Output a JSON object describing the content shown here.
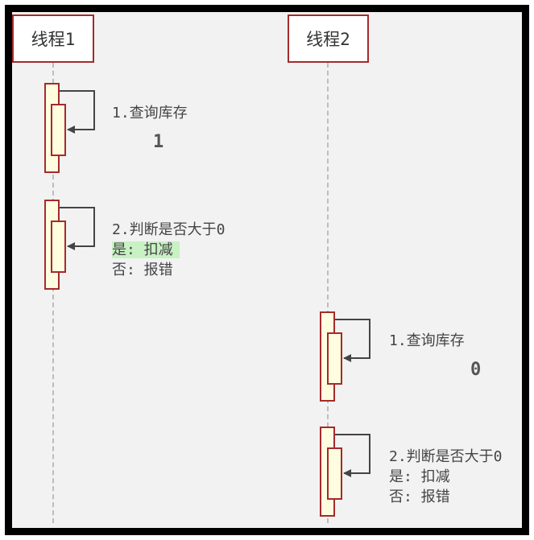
{
  "actors": [
    {
      "label": "线程1"
    },
    {
      "label": "线程2"
    }
  ],
  "thread1": {
    "step1": {
      "label": "1.查询库存",
      "value": "1"
    },
    "step2": {
      "line1": "2.判断是否大于0",
      "line2": "是: 扣减",
      "line3": "否: 报错"
    }
  },
  "thread2": {
    "step1": {
      "label": "1.查询库存",
      "value": "0"
    },
    "step2": {
      "line1": "2.判断是否大于0",
      "line2": "是: 扣减",
      "line3": "否: 报错"
    }
  },
  "colors": {
    "actor_border": "#a52a2a",
    "activation_fill": "#fffde0",
    "highlight": "#c8f1c4",
    "frame": "#000000",
    "background": "#f2f2f2"
  }
}
